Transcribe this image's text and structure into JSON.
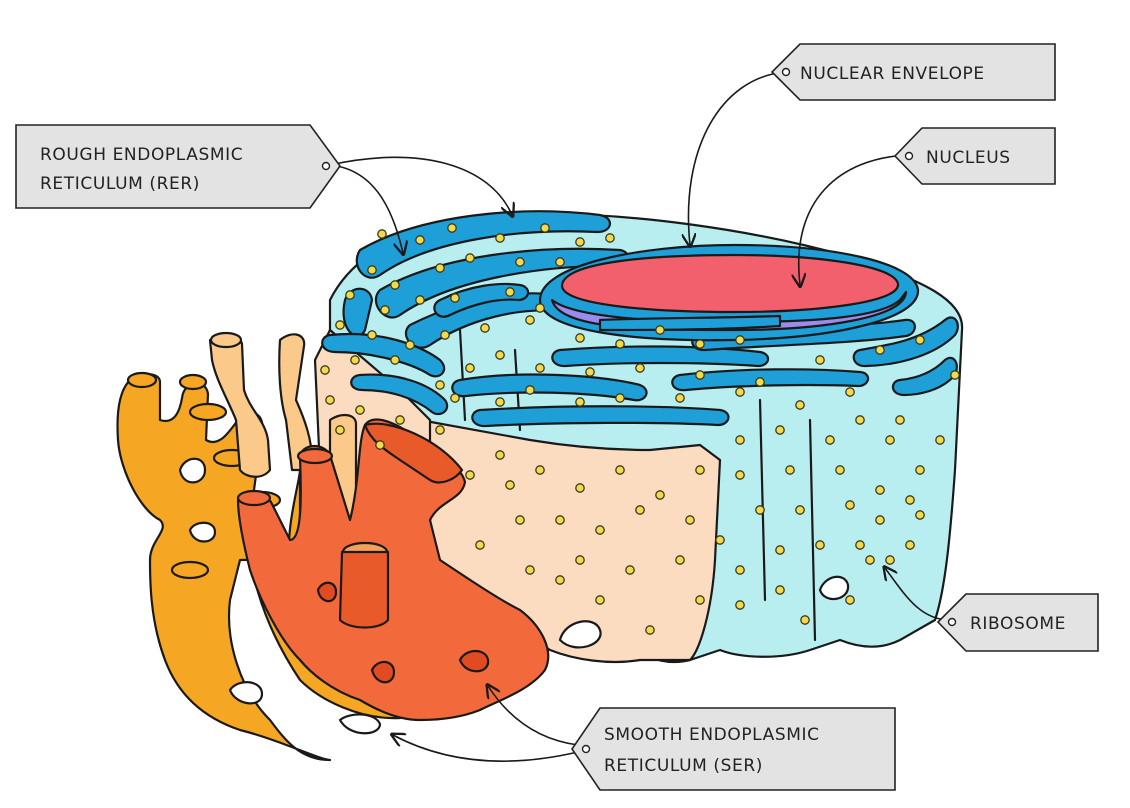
{
  "labels": {
    "rer_line1": "ROUGH  ENDOPLASMIC",
    "rer_line2": "RETICULUM  (RER)",
    "nuclear_envelope": "NUCLEAR  ENVELOPE",
    "nucleus": "NUCLEUS",
    "ribosome": "RIBOSOME",
    "ser_line1": "SMOOTH  ENDOPLASMIC",
    "ser_line2": "RETICULUM  (SER)"
  },
  "colors": {
    "ser_yellow": "#F5A623",
    "ser_orange": "#F26A3C",
    "ser_light": "#FBC98A",
    "rer_cyan": "#B8EEF0",
    "rer_blue": "#1E9FD8",
    "rer_peach": "#FCDCC0",
    "nucleus_pink": "#F2606E",
    "nucleus_purple": "#9B8CEB",
    "ribosome": "#F3D94E",
    "label_bg": "#E3E3E3"
  }
}
